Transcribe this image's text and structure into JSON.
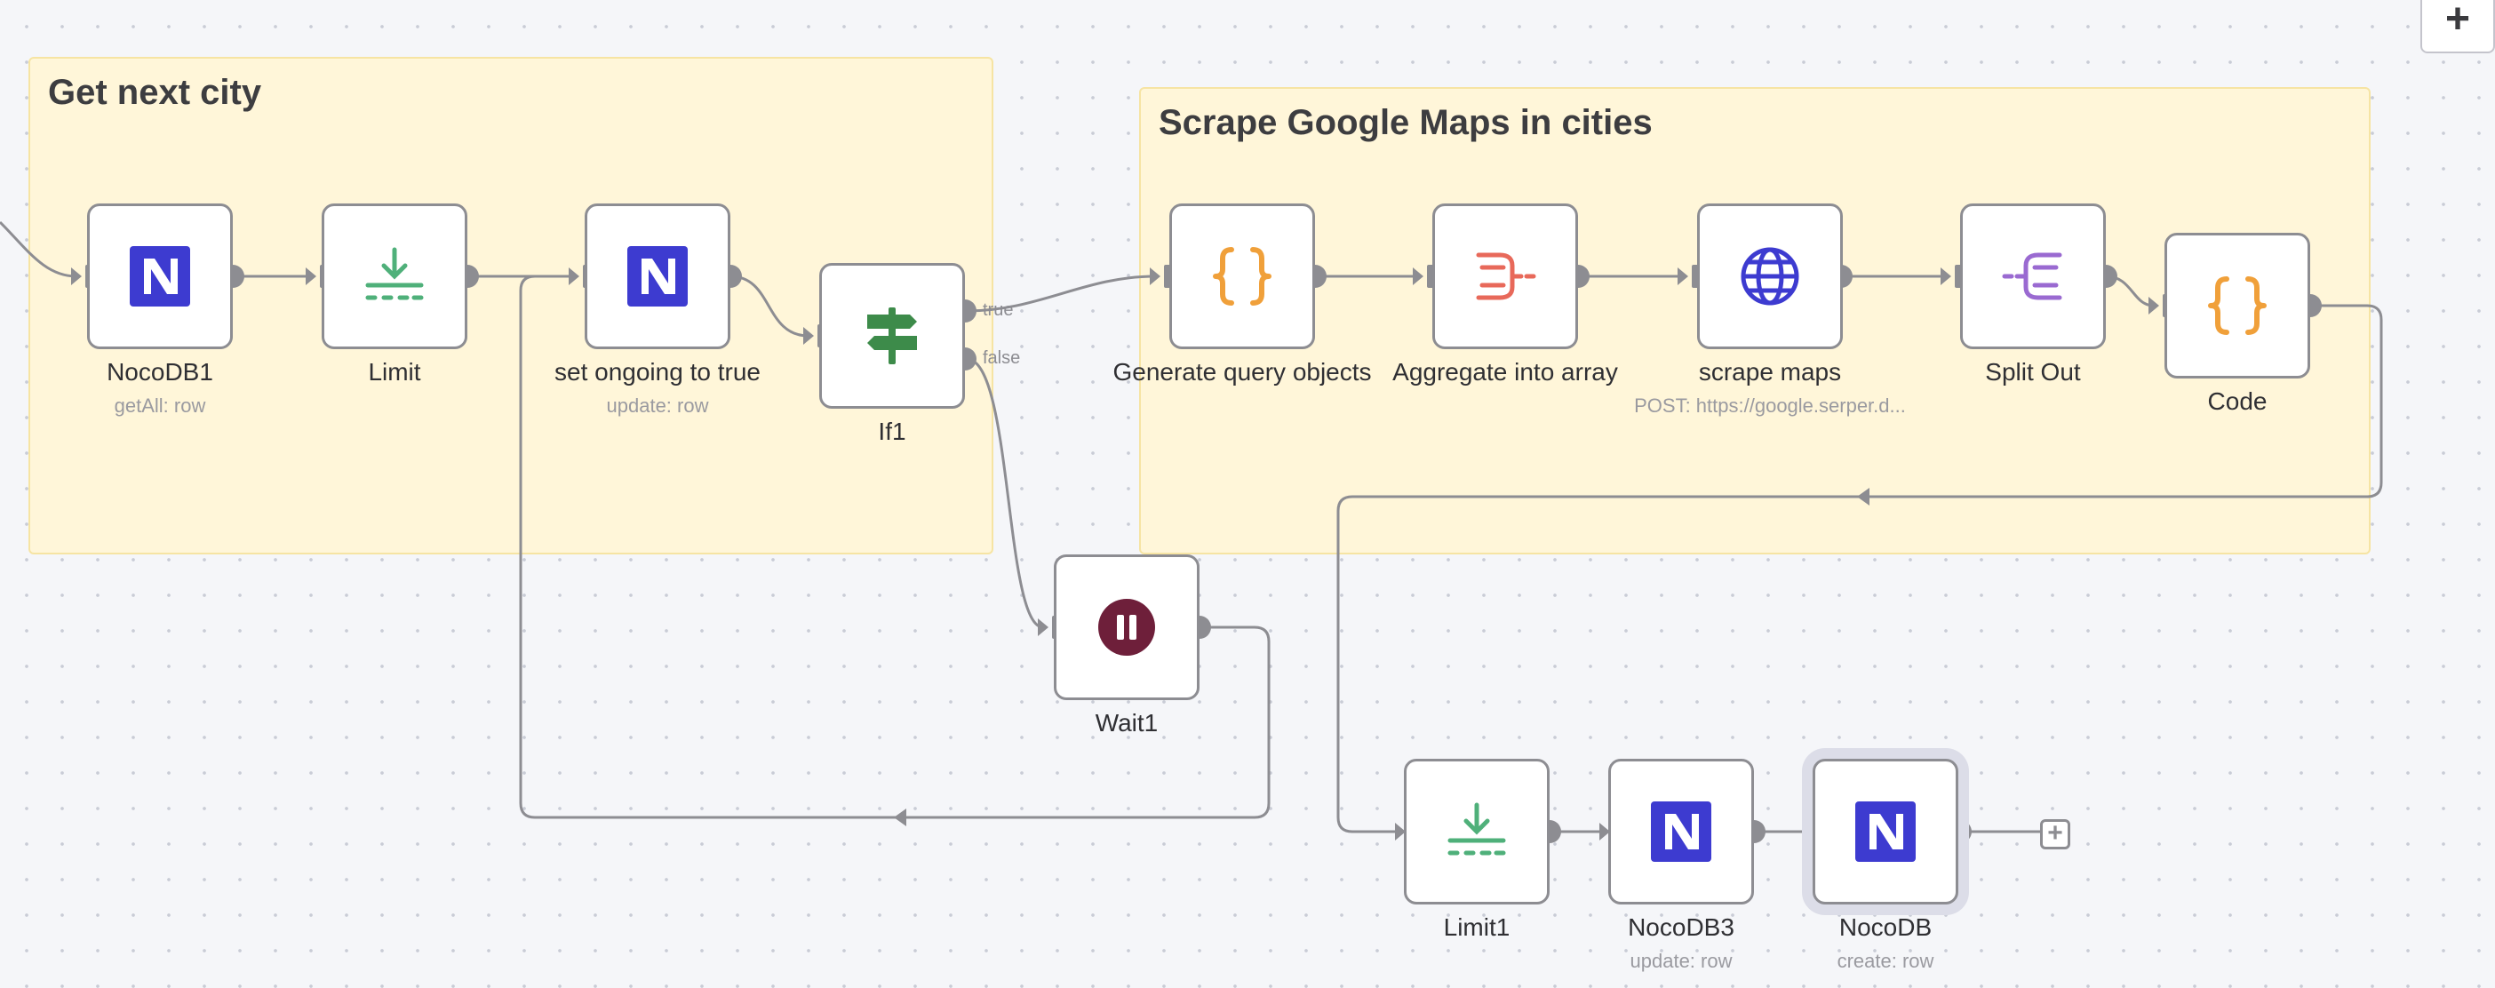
{
  "canvas_controls": {
    "plus_label": "+"
  },
  "stickies": [
    {
      "title": "Get next city"
    },
    {
      "title": "Scrape Google Maps in cities"
    }
  ],
  "nodes": {
    "nocodb1": {
      "label": "NocoDB1",
      "sub": "getAll: row"
    },
    "limit": {
      "label": "Limit"
    },
    "set_ongoing": {
      "label": "set ongoing to true",
      "sub": "update: row"
    },
    "if1": {
      "label": "If1"
    },
    "wait1": {
      "label": "Wait1"
    },
    "generate_query": {
      "label": "Generate query objects"
    },
    "aggregate": {
      "label": "Aggregate into array"
    },
    "scrape_maps": {
      "label": "scrape maps",
      "sub": "POST: https://google.serper.d..."
    },
    "split_out": {
      "label": "Split Out"
    },
    "code": {
      "label": "Code"
    },
    "limit1": {
      "label": "Limit1"
    },
    "nocodb3": {
      "label": "NocoDB3",
      "sub": "update: row"
    },
    "nocodb": {
      "label": "NocoDB",
      "sub": "create: row"
    }
  },
  "branches": {
    "true_label": "true",
    "false_label": "false"
  },
  "add_end_label": "+",
  "colors": {
    "edge": "#8d8d92",
    "nocodb": "#3d3bd0",
    "limit": "#4fb07a",
    "if": "#3d8b4a",
    "wait": "#6e1f3a",
    "code": "#f0a03a",
    "aggregate": "#e8695a",
    "http": "#3d3bd0",
    "split": "#9a6ad1"
  }
}
